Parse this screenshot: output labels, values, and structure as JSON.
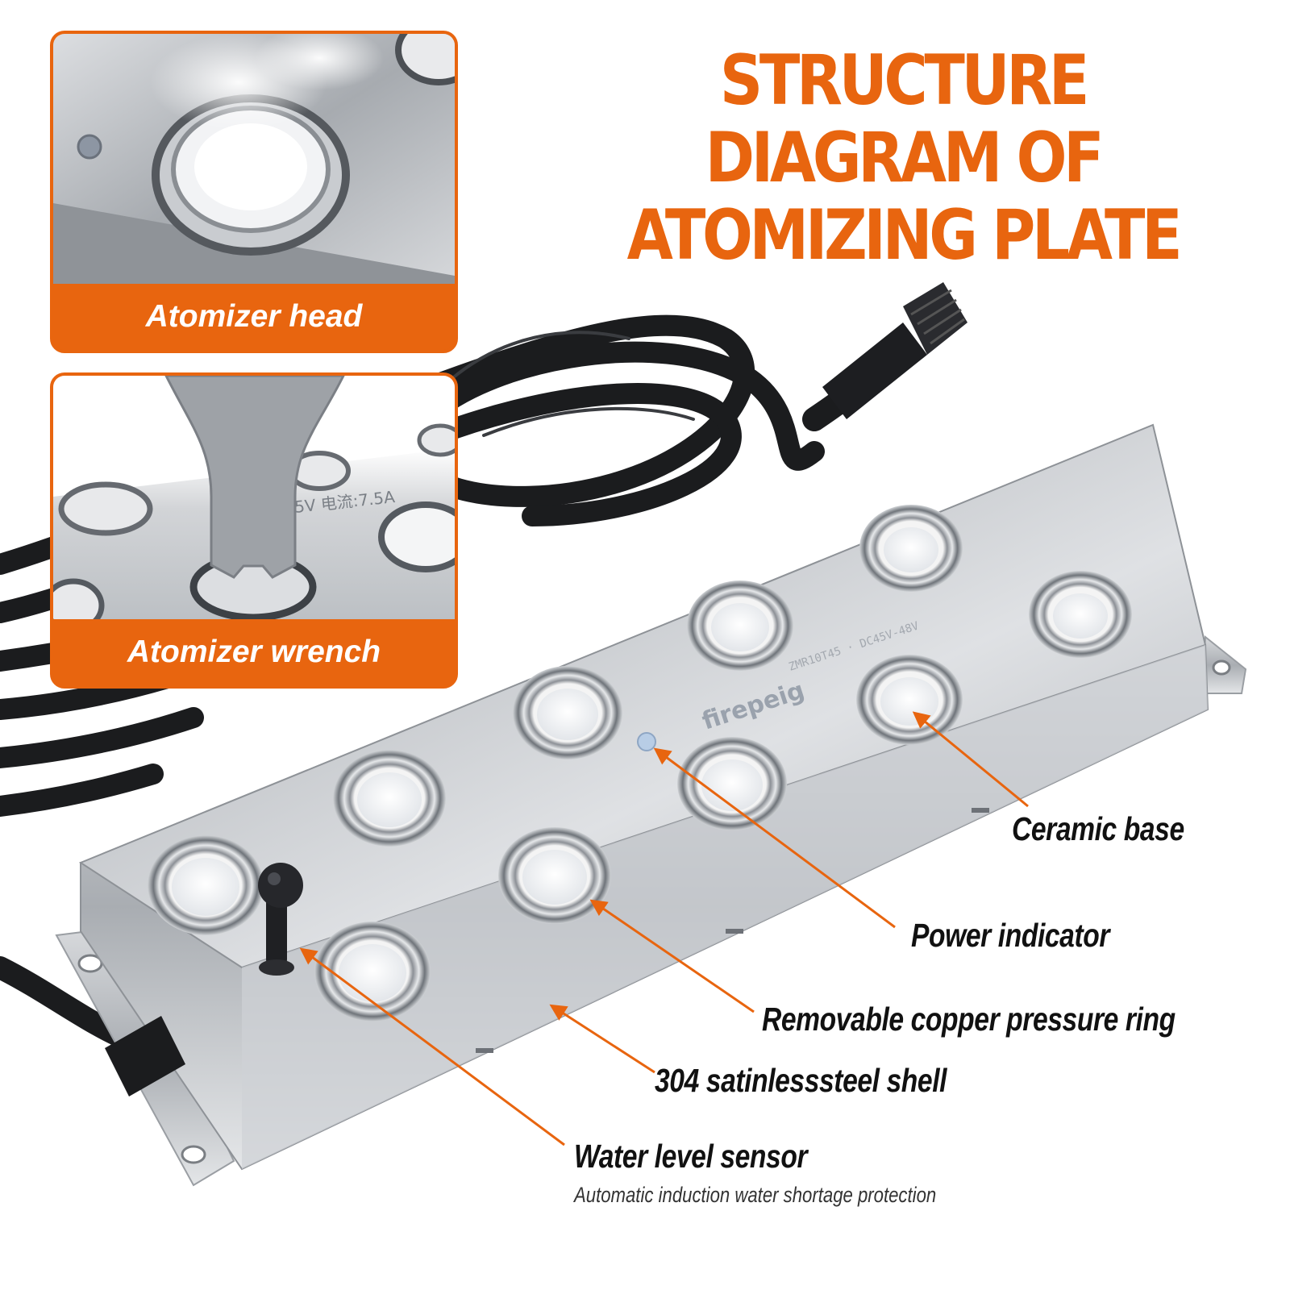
{
  "title": {
    "line1": "Structure diagram of",
    "line2": "atomizing plate"
  },
  "insets": [
    {
      "caption": "Atomizer head"
    },
    {
      "caption": "Atomizer wrench"
    }
  ],
  "product": {
    "brand_text": "firepeig"
  },
  "callouts": {
    "ceramic_base": "Ceramic base",
    "power_indicator": "Power indicator",
    "pressure_ring": "Removable copper pressure ring",
    "shell": "304 satinlesssteel shell",
    "water_sensor": "Water level sensor",
    "water_sensor_note": "Automatic induction water shortage protection"
  },
  "colors": {
    "accent": "#e8650f",
    "label_text": "#111111",
    "steel": "#c9ccd0",
    "cable": "#1b1c1e"
  }
}
